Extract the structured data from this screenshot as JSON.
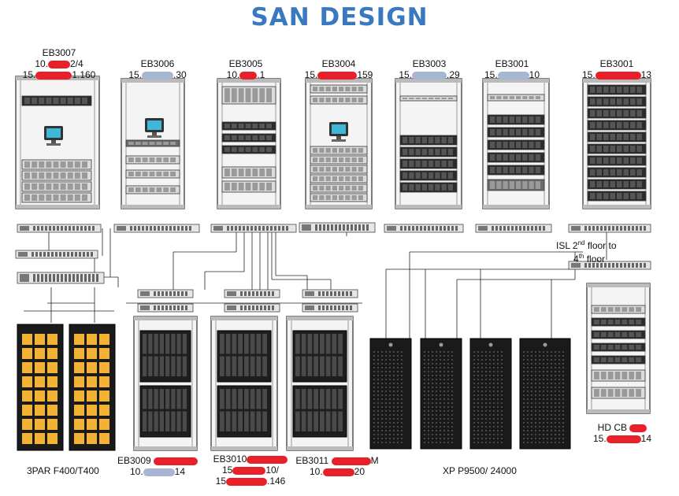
{
  "title": "SAN DESIGN",
  "racks_top": [
    {
      "name": "EB3007",
      "line1_pre": "10.",
      "line1_post": "2/4",
      "line2_pre": "15.",
      "line2_post": "1.160"
    },
    {
      "name": "EB3006",
      "line1_pre": "15.",
      "line1_post": ".30"
    },
    {
      "name": "EB3005",
      "line1_pre": "10.",
      "line1_post": ".1"
    },
    {
      "name": "EB3004",
      "line1_pre": "15.",
      "line1_post": "159"
    },
    {
      "name": "EB3003",
      "line1_pre": "15.",
      "line1_post": ".29"
    },
    {
      "name": "EB3001",
      "line1_pre": "15.",
      "line1_post": "10"
    },
    {
      "name": "EB3001",
      "line1_pre": "15.",
      "line1_post": "13"
    }
  ],
  "isl_label_line1": "ISL 2",
  "isl_sup1": "nd",
  "isl_label_mid": " floor to",
  "isl_label_line2": "4",
  "isl_sup2": "th",
  "isl_label_end": " floor",
  "bottom": {
    "threepar": "3PAR F400/T400",
    "eb3009_name": "EB3009",
    "eb3009_ip_pre": "10.",
    "eb3009_ip_post": "14",
    "eb3010_name": "EB3010",
    "eb3010_ip1_pre": "15",
    "eb3010_ip1_post": "10/",
    "eb3010_ip2_pre": "15",
    "eb3010_ip2_post": ".146",
    "eb3011_name": "EB3011",
    "eb3011_suffix": "M",
    "eb3011_ip_pre": "10.",
    "eb3011_ip_post": "20",
    "xp": "XP P9500/ 24000",
    "hdcb_name": "HD CB",
    "hdcb_ip_pre": "15.",
    "hdcb_ip_post": "14"
  },
  "colors": {
    "title": "#3a78c0",
    "redaction": "#e8202a",
    "rack_frame": "#555555",
    "storage_accent": "#f2b233"
  }
}
